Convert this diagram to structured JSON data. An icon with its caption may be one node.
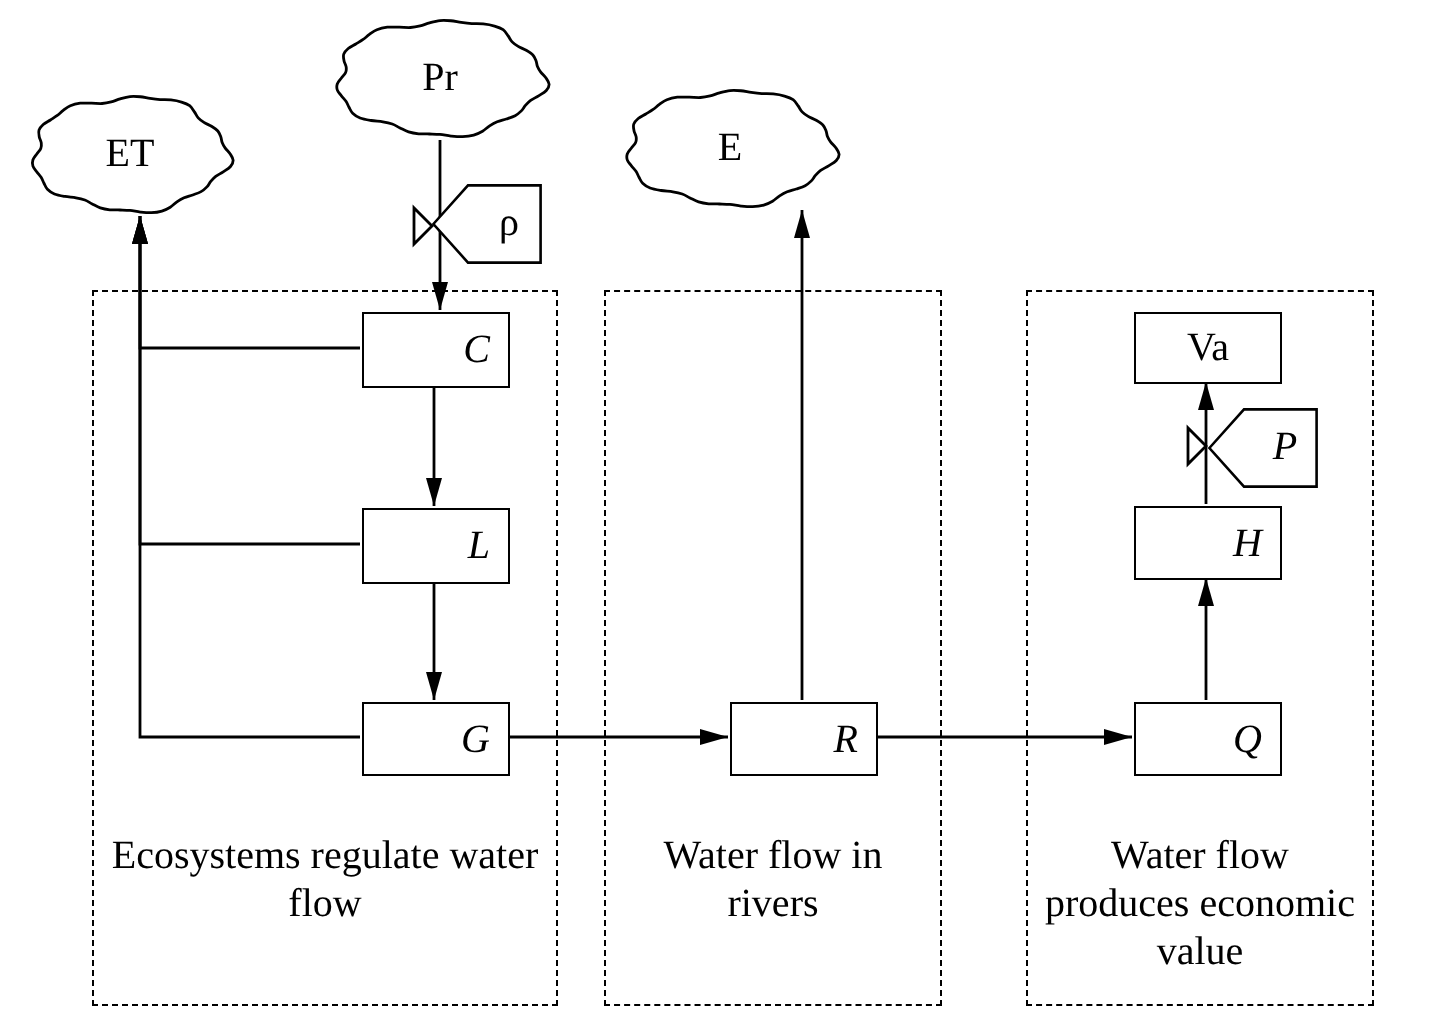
{
  "diagram": {
    "nodes": [
      {
        "text": [
          "ET"
        ]
      },
      {
        "text": [
          "Pr"
        ]
      },
      {
        "text": [
          "ρ"
        ]
      },
      {
        "text": [
          "E"
        ]
      },
      {
        "text": [
          "Ecosystems regulate water flow"
        ]
      },
      {
        "text": [
          "C"
        ],
        "in": 4
      },
      {
        "text": [
          "L"
        ],
        "in": 4
      },
      {
        "text": [
          "G"
        ],
        "in": 4
      },
      {
        "text": [
          "Water flow in rivers"
        ]
      },
      {
        "text": [
          "R"
        ],
        "in": 8
      },
      {
        "text": [
          "Water flow produces economic value"
        ]
      },
      {
        "text": [
          "Va"
        ],
        "in": 10
      },
      {
        "text": [
          "P"
        ],
        "in": 10
      },
      {
        "text": [
          "H"
        ],
        "in": 10
      },
      {
        "text": [
          "Q"
        ],
        "in": 10
      }
    ],
    "edges": [
      {
        "from": 1,
        "to": 5,
        "arrow": "to"
      },
      {
        "from": 5,
        "to": 6,
        "arrow": "to"
      },
      {
        "from": 6,
        "to": 7,
        "arrow": "to"
      },
      {
        "from": 5,
        "to": 0,
        "arrow": "to"
      },
      {
        "from": 6,
        "to": 0,
        "arrow": "to"
      },
      {
        "from": 7,
        "to": 0,
        "arrow": "to"
      },
      {
        "from": 7,
        "to": 9,
        "arrow": "to"
      },
      {
        "from": 9,
        "to": 3,
        "arrow": "to"
      },
      {
        "from": 9,
        "to": 14,
        "arrow": "to"
      },
      {
        "from": 14,
        "to": 13,
        "arrow": "to"
      },
      {
        "from": 13,
        "to": 11,
        "arrow": "to"
      }
    ]
  }
}
